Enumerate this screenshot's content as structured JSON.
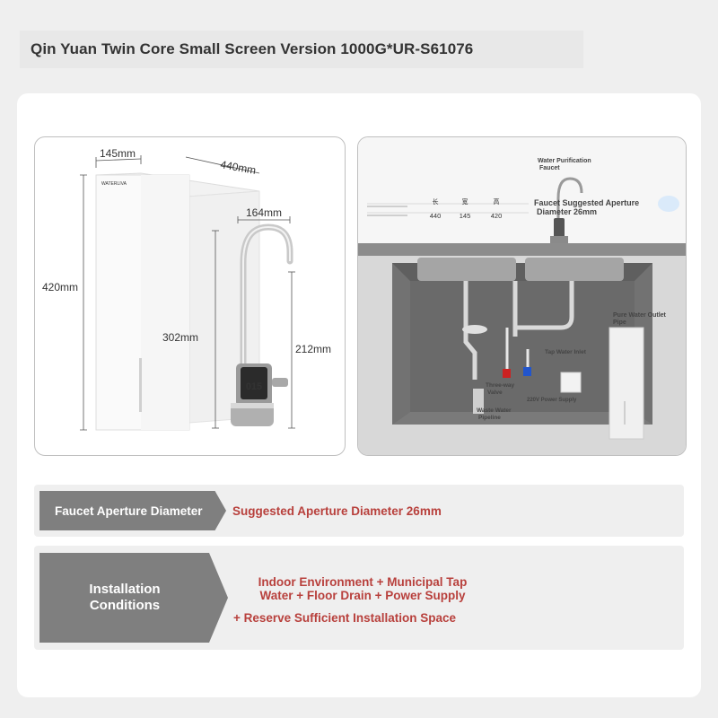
{
  "title": "Qin Yuan Twin Core Small Screen Version 1000G*UR-S61076",
  "left_diagram": {
    "brand": "WATERLIVA",
    "display_digits": "015",
    "dim_width": "145mm",
    "dim_depth": "440mm",
    "dim_faucet_reach": "164mm",
    "dim_height": "420mm",
    "dim_faucet_height": "302mm",
    "dim_spout_height": "212mm"
  },
  "right_diagram": {
    "table_headers": [
      "长",
      "宽",
      "高"
    ],
    "table_values": [
      "440",
      "145",
      "420"
    ],
    "label_faucet": "Water Purification Faucet",
    "label_faucet_line1": "Water Purification",
    "label_faucet_line2": "Faucet",
    "label_aperture_line1": "Faucet Suggested Aperture",
    "label_aperture_line2": "Diameter 26mm",
    "label_outlet_line1": "Pure Water Outlet",
    "label_outlet_line2": "Pipe",
    "label_tap_inlet": "Tap Water Inlet",
    "label_valve_line1": "Three-way",
    "label_valve_line2": "Valve",
    "label_power": "220V Power Supply",
    "label_waste_line1": "Waste Water",
    "label_waste_line2": "Pipeline"
  },
  "rows": {
    "aperture": {
      "label": "Faucet Aperture Diameter",
      "value": "Suggested Aperture Diameter 26mm"
    },
    "installation": {
      "label_line1": "Installation",
      "label_line2": "Conditions",
      "value_line1": "Indoor Environment + Municipal Tap",
      "value_line2": "Water + Floor Drain + Power Supply",
      "value_line3": "+ Reserve Sufficient Installation Space"
    }
  },
  "colors": {
    "accent_red": "#b8403c",
    "tag_gray": "#7f7f7f",
    "hot_valve": "#cc2222",
    "cold_valve": "#2255cc"
  }
}
